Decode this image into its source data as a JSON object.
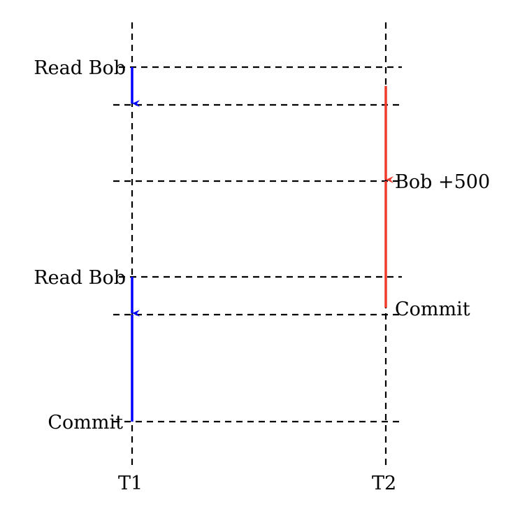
{
  "diagram": {
    "colors": {
      "t1": "#0000ff",
      "t2": "#ee3b2d",
      "guide": "#000000"
    },
    "timelines": [
      {
        "id": "t1",
        "label": "T1"
      },
      {
        "id": "t2",
        "label": "T2"
      }
    ],
    "t1_events": [
      {
        "label": "Read Bob"
      },
      {
        "label": "Read Bob"
      },
      {
        "label": "Commit"
      }
    ],
    "t2_events": [
      {
        "label": "Bob +500"
      },
      {
        "label": "Commit"
      }
    ]
  }
}
